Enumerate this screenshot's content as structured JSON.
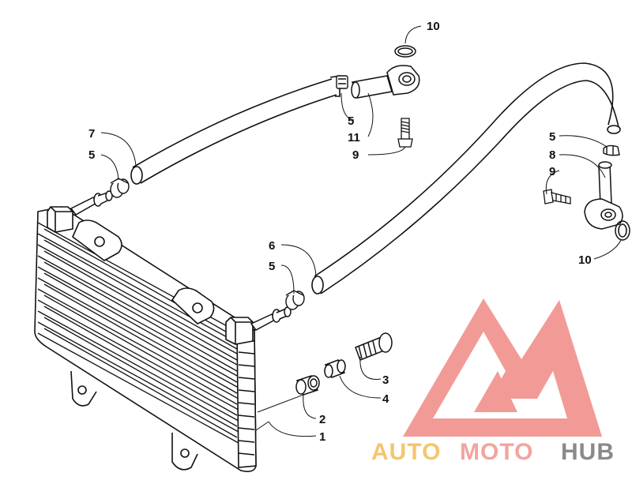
{
  "diagram": {
    "callouts": [
      "10",
      "5",
      "11",
      "9",
      "7",
      "5",
      "5",
      "8",
      "9",
      "10",
      "6",
      "5",
      "3",
      "4",
      "2",
      "1"
    ]
  },
  "watermark": {
    "part1": "AUTO",
    "part2": "MOTO",
    "part3": "HUB",
    "colors": {
      "auto": "#f5c56c",
      "moto": "#f3a49c",
      "hub": "#8a8a8a",
      "logo": "#f08a84"
    }
  }
}
